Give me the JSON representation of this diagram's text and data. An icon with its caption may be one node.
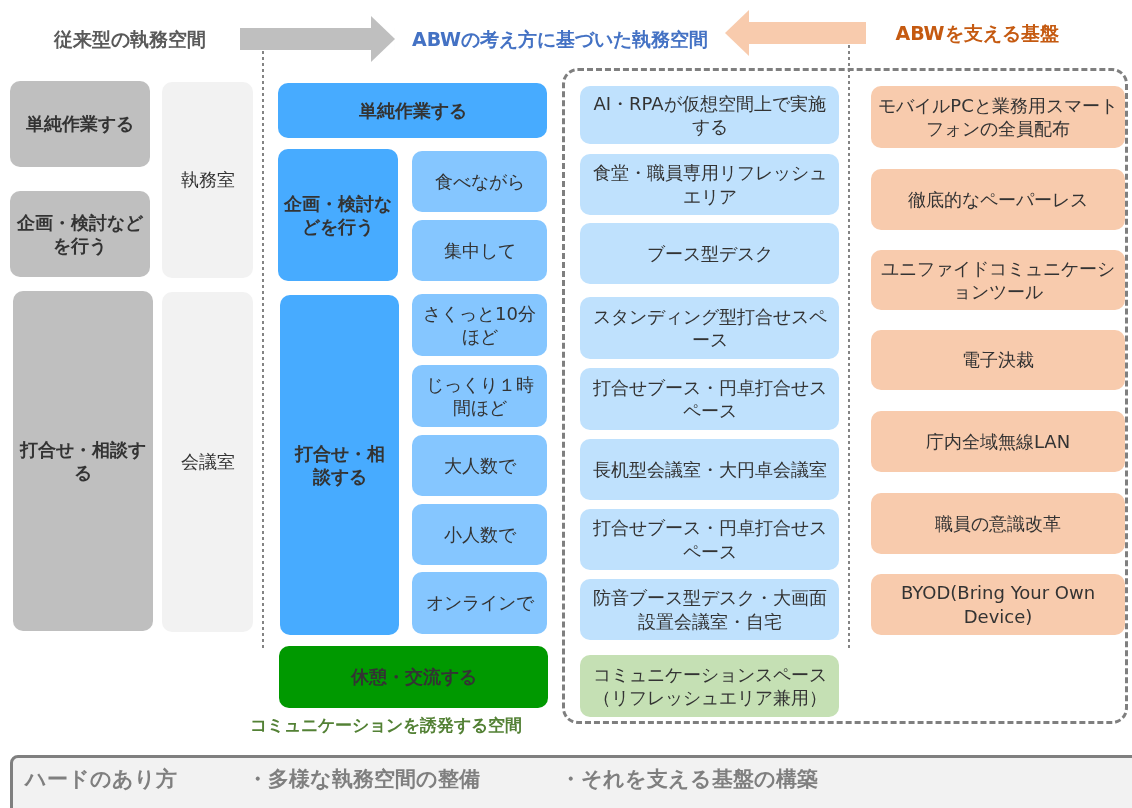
{
  "diagram": {
    "nodes": [
      {
        "text": [
          "従来型の執務空間"
        ]
      },
      {
        "text": [
          "ABWの考え方に基づいた執務空間"
        ]
      },
      {
        "text": [
          "ABWを支える基盤"
        ]
      },
      {
        "text": [
          "単純作業する"
        ]
      },
      {
        "text": [
          "企画・検討などを行う"
        ]
      },
      {
        "text": [
          "打合せ・相談する"
        ]
      },
      {
        "text": [
          "執務室"
        ]
      },
      {
        "text": [
          "会議室"
        ]
      },
      {
        "text": [
          "単純作業する"
        ]
      },
      {
        "text": [
          "企画・検討などを行う"
        ]
      },
      {
        "text": [
          "食べながら"
        ]
      },
      {
        "text": [
          "集中して"
        ]
      },
      {
        "text": [
          "打合せ・相談する"
        ]
      },
      {
        "text": [
          "さくっと10分ほど"
        ]
      },
      {
        "text": [
          "じっくり１時間ほど"
        ]
      },
      {
        "text": [
          "大人数で"
        ]
      },
      {
        "text": [
          "小人数で"
        ]
      },
      {
        "text": [
          "オンラインで"
        ]
      },
      {
        "text": [
          "休憩・交流する"
        ],
        "beside": [
          "コミュニケーションを誘発する空間"
        ]
      },
      {
        "text": [],
        "shape": "box"
      },
      {
        "text": [
          "AI・RPAが仮想空間上で実施する"
        ],
        "in": 19
      },
      {
        "text": [
          "食堂・職員専用リフレッシュエリア"
        ],
        "in": 19
      },
      {
        "text": [
          "ブース型デスク"
        ],
        "in": 19
      },
      {
        "text": [
          "スタンディング型打合せスペース"
        ],
        "in": 19
      },
      {
        "text": [
          "打合せブース・円卓打合せスペース"
        ],
        "in": 19
      },
      {
        "text": [
          "長机型会議室・大円卓会議室"
        ],
        "in": 19
      },
      {
        "text": [
          "打合せブース・円卓打合せスペース"
        ],
        "in": 19
      },
      {
        "text": [
          "防音ブース型デスク・大画面設置会議室・自宅"
        ],
        "in": 19
      },
      {
        "text": [
          "コミュニケーションスペース（リフレッシュエリア兼用）"
        ],
        "in": 19
      },
      {
        "text": [
          "モバイルPCと業務用スマートフォンの全員配布"
        ],
        "in": 19
      },
      {
        "text": [
          "徹底的なペーパーレス"
        ],
        "in": 19
      },
      {
        "text": [
          "ユニファイドコミュニケーションツール"
        ],
        "in": 19
      },
      {
        "text": [
          "電子決裁"
        ],
        "in": 19
      },
      {
        "text": [
          "庁内全域無線LAN"
        ],
        "in": 19
      },
      {
        "text": [
          "職員の意識改革"
        ],
        "in": 19
      },
      {
        "text": [
          "BYOD(Bring Your Own Device)"
        ],
        "in": 19
      },
      {
        "text": [
          "ハードのあり方",
          "・多様な執務空間の整備",
          "・それを支える基盤の構築"
        ]
      }
    ],
    "edges": [
      {
        "from": 0,
        "to": 1,
        "arrow": "to",
        "color": "#bfbfbf"
      },
      {
        "from": 2,
        "to": 1,
        "arrow": "to",
        "color": "#f8cbad"
      }
    ]
  }
}
